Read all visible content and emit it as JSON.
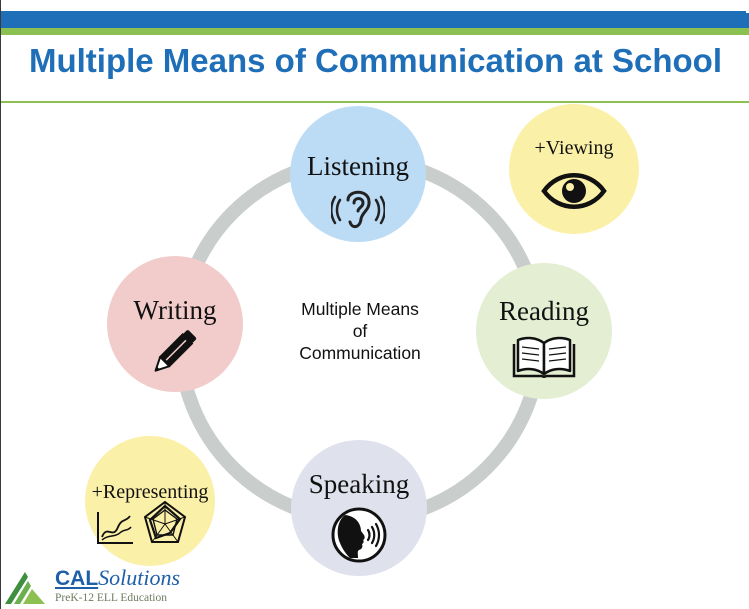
{
  "title": "Multiple Means of Communication at School",
  "center": {
    "line1": "Multiple Means",
    "line2": "of",
    "line3": "Communication"
  },
  "nodes": {
    "listening": "Listening",
    "viewing": "+Viewing",
    "reading": "Reading",
    "speaking": "Speaking",
    "writing": "Writing",
    "representing": "+Representing"
  },
  "logo": {
    "brand_cal": "CAL",
    "brand_solutions": "Solutions",
    "tagline": "PreK-12 ELL Education"
  },
  "colors": {
    "title_blue": "#1f6fb8",
    "accent_green": "#8cc152",
    "listening_fill": "#bcdcf6",
    "viewing_fill": "#fbf0a8",
    "reading_fill": "#e3eed3",
    "speaking_fill": "#dfe2ec",
    "writing_fill": "#f2cccb",
    "representing_fill": "#fbf0a8",
    "ring_gray": "#c9cdcc"
  },
  "icons": {
    "listening": "ear-icon",
    "viewing": "eye-icon",
    "reading": "open-book-icon",
    "speaking": "speaking-head-icon",
    "writing": "pencil-icon",
    "representing_chart": "line-chart-icon",
    "representing_radar": "radar-chart-icon"
  }
}
